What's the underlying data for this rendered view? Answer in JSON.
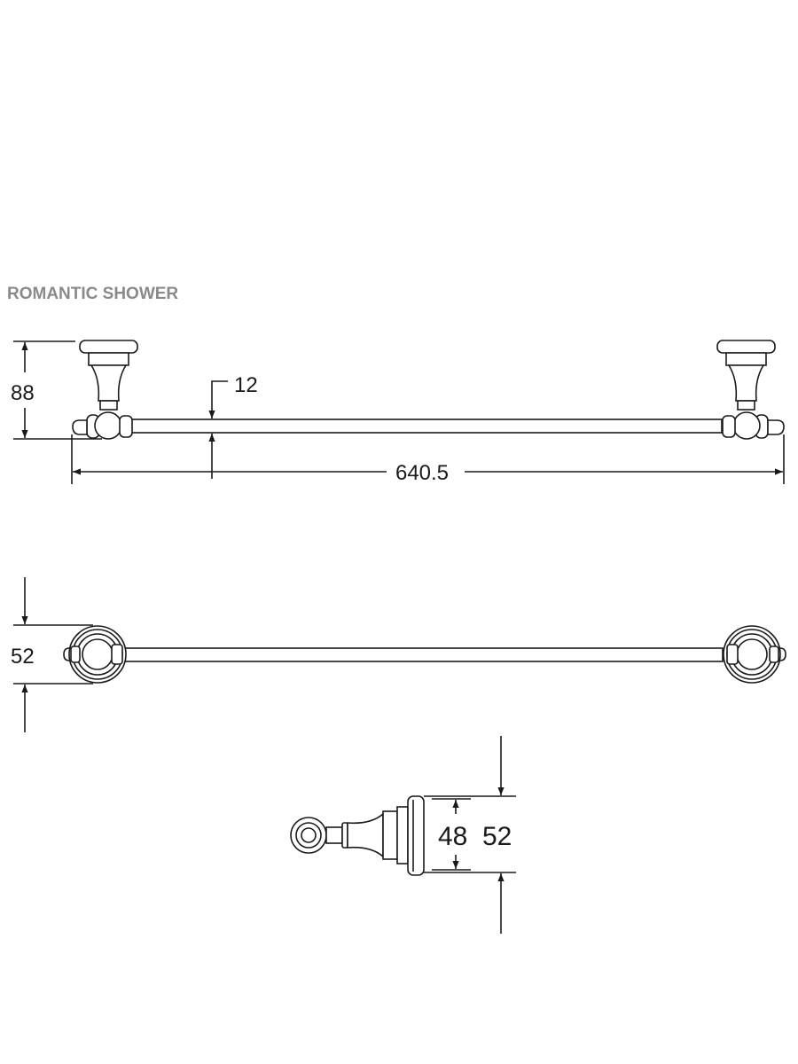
{
  "title": "ROMANTIC SHOWER",
  "front_view": {
    "height_label": "88",
    "bar_diameter_label": "12",
    "length_label": "640.5"
  },
  "top_view": {
    "depth_label": "52"
  },
  "side_view": {
    "inner_label": "48",
    "outer_label": "52"
  },
  "colors": {
    "line": "#1a1a1a",
    "title": "#8a8a8a"
  }
}
